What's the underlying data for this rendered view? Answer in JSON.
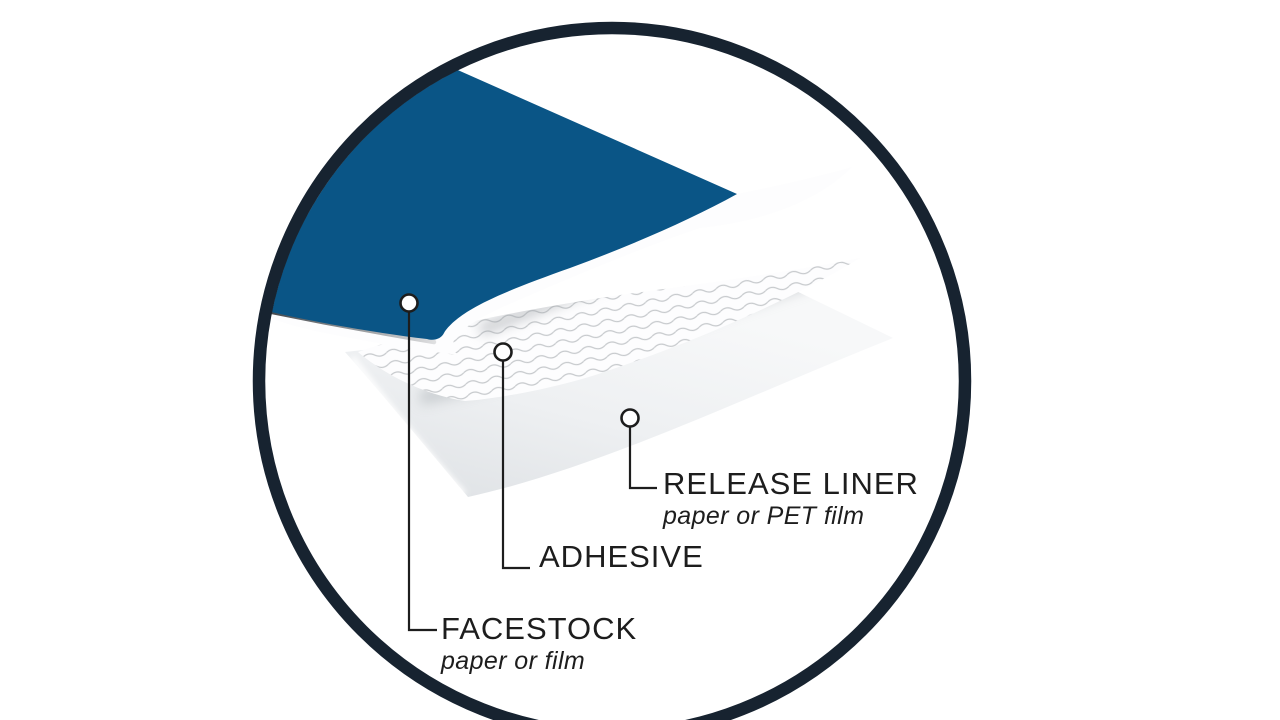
{
  "diagram": {
    "callouts": [
      {
        "id": "release_liner",
        "title": "RELEASE LINER",
        "subtitle": "paper or PET film"
      },
      {
        "id": "adhesive",
        "title": "ADHESIVE"
      },
      {
        "id": "facestock",
        "title": "FACESTOCK",
        "subtitle": "paper or film"
      }
    ]
  },
  "icons": {
    "callout_markers": [
      "facestock-marker-dot",
      "adhesive-marker-dot",
      "release-liner-marker-dot"
    ]
  },
  "colors": {
    "background": "#ffffff",
    "ring": "#172330",
    "facestock_blue": "#0a5586",
    "facestock_edge_shadow": "#2e3338",
    "adhesive_white": "#fdfdfe",
    "wave_line": "#c6c9cc",
    "liner_light": "#f7f8f9",
    "liner_dark": "#e1e4e7",
    "callout_ink": "#1d1d1d"
  }
}
